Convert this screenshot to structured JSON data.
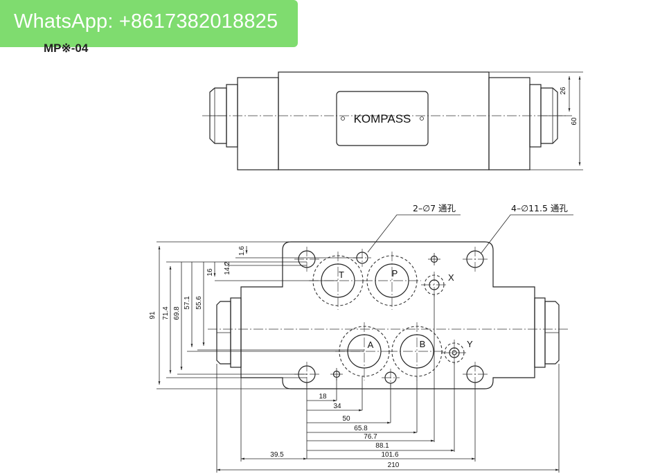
{
  "banner": {
    "text": "WhatsApp: +8617382018825"
  },
  "model": "MP※-04",
  "brand_plate": "KOMPASS",
  "callouts": {
    "small_holes": "2–∅7 通孔",
    "large_holes": "4–∅11.5 通孔"
  },
  "ports": {
    "T": "T",
    "P": "P",
    "A": "A",
    "B": "B",
    "X": "X",
    "Y": "Y"
  },
  "side_dims": {
    "d26": "26",
    "d60": "60"
  },
  "vertical_dims": {
    "d1_6": "1.6",
    "d14_2": "14.2",
    "d16": "16",
    "d55_6": "55.6",
    "d57_1": "57.1",
    "d69_8": "69.8",
    "d71_4": "71.4",
    "d91": "91"
  },
  "horizontal_dims": {
    "d18": "18",
    "d34": "34",
    "d50": "50",
    "d65_8": "65.8",
    "d76_7": "76.7",
    "d88_1": "88.1",
    "d101_6": "101.6",
    "d39_5": "39.5",
    "d210": "210"
  }
}
